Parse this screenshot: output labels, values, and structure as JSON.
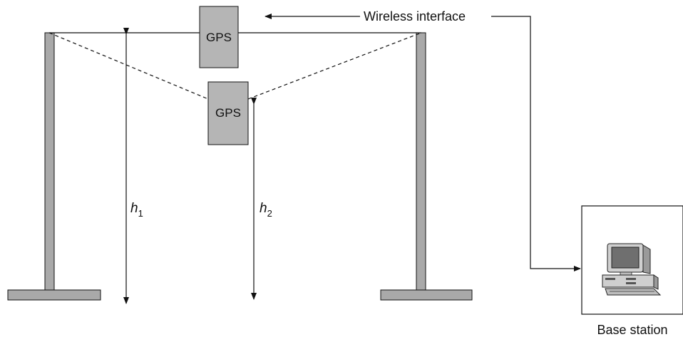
{
  "gps_upper": {
    "label": "GPS"
  },
  "gps_lower": {
    "label": "GPS"
  },
  "wireless_label": "Wireless interface",
  "height_1": {
    "symbol": "h",
    "subscript": "1"
  },
  "height_2": {
    "symbol": "h",
    "subscript": "2"
  },
  "base_station": {
    "label": "Base station",
    "icon": "desktop-computer-icon"
  },
  "colors": {
    "post_fill": "#a9a9a9",
    "box_fill": "#b5b5b5",
    "line": "#111111",
    "monitor_screen": "#6f6f6f"
  }
}
